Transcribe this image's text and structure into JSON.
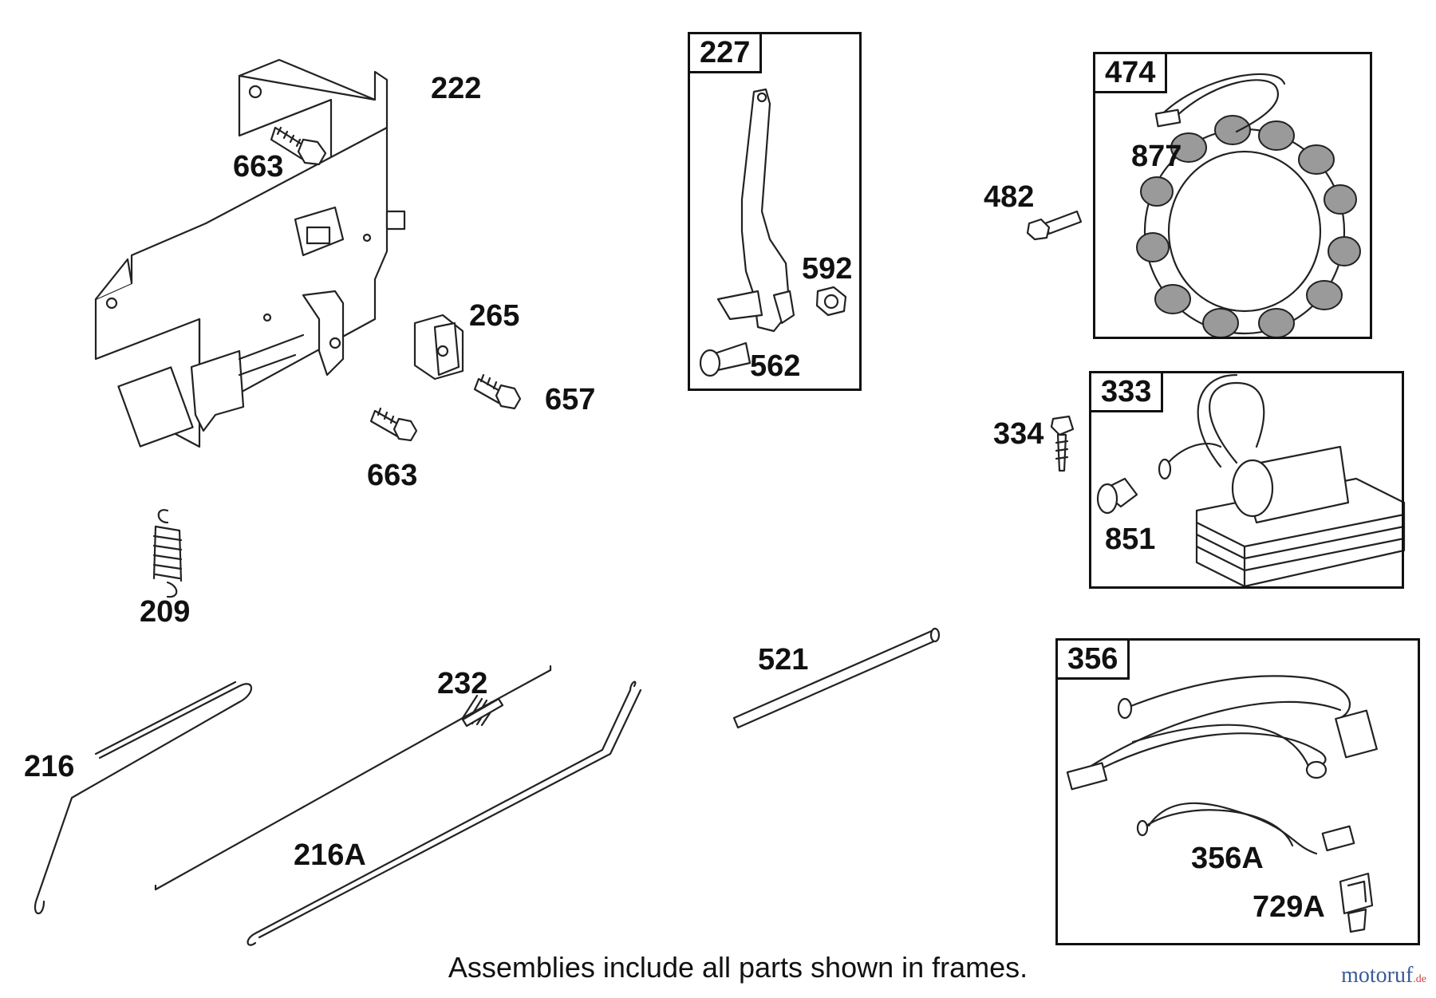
{
  "labels": {
    "p222": "222",
    "p663a": "663",
    "p663b": "663",
    "p265": "265",
    "p657": "657",
    "p209": "209",
    "p592": "592",
    "p562": "562",
    "p482": "482",
    "p877": "877",
    "p334": "334",
    "p851": "851",
    "p521": "521",
    "p232": "232",
    "p216": "216",
    "p216a": "216A",
    "p356a": "356A",
    "p729a": "729A"
  },
  "frames": {
    "f227": "227",
    "f474": "474",
    "f333": "333",
    "f356": "356"
  },
  "footer_note": "Assemblies include all parts shown in frames.",
  "watermark": {
    "brand": "motoruf",
    "suffix": ".de"
  }
}
